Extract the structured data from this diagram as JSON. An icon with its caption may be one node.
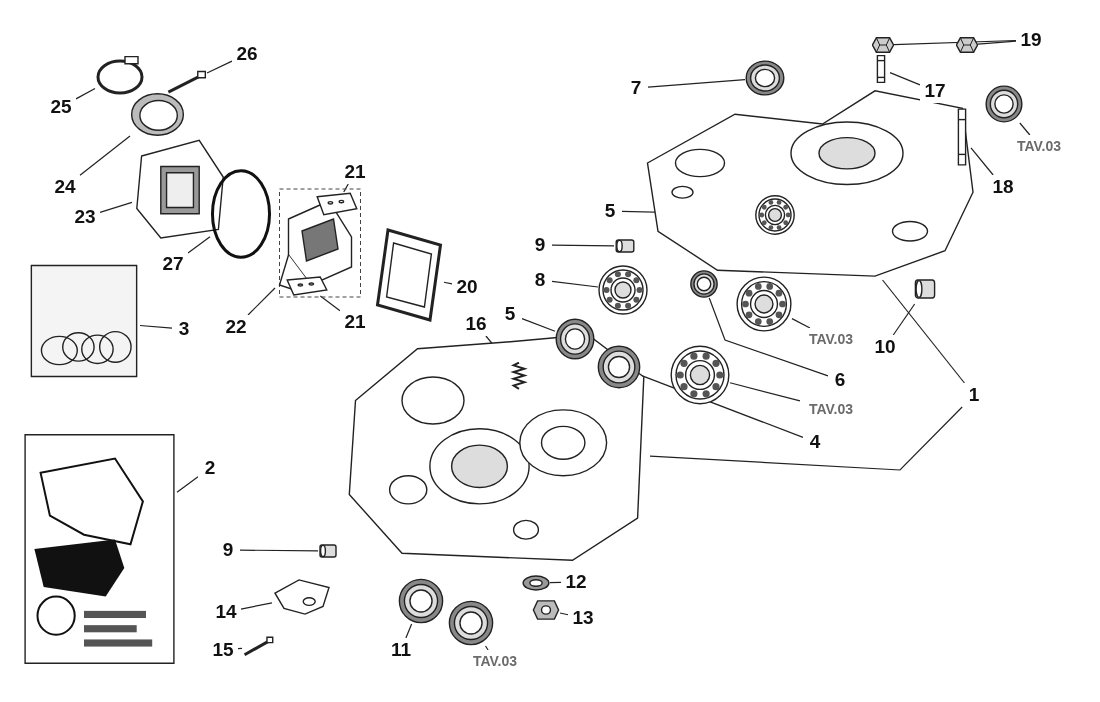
{
  "diagram": {
    "nodes": [
      {
        "text": [
          "26"
        ]
      },
      {
        "text": [],
        "shape": "picture"
      },
      {
        "text": [
          "25"
        ]
      },
      {
        "text": [],
        "shape": "circle"
      },
      {
        "text": [
          "24"
        ]
      },
      {
        "text": [],
        "shape": "circle"
      },
      {
        "text": [
          "23"
        ]
      },
      {
        "text": [],
        "shape": "picture"
      },
      {
        "text": [
          "27"
        ]
      },
      {
        "text": [],
        "shape": "circle"
      },
      {
        "text": [
          "22"
        ]
      },
      {
        "text": [],
        "shape": "picture"
      },
      {
        "text": [
          "21"
        ]
      },
      {
        "text": [],
        "shape": "picture",
        "in": 11
      },
      {
        "text": [
          "21"
        ]
      },
      {
        "text": [],
        "shape": "picture",
        "in": 11
      },
      {
        "text": [
          "20"
        ]
      },
      {
        "text": [],
        "shape": "picture"
      },
      {
        "text": [
          "3"
        ]
      },
      {
        "text": [],
        "shape": "picture"
      },
      {
        "text": [
          "2"
        ]
      },
      {
        "text": [],
        "shape": "picture"
      },
      {
        "text": [
          "7"
        ]
      },
      {
        "text": [],
        "shape": "circle"
      },
      {
        "text": [
          "19"
        ]
      },
      {
        "text": [],
        "shape": "picture"
      },
      {
        "text": [],
        "shape": "picture"
      },
      {
        "text": [
          "17"
        ]
      },
      {
        "text": [],
        "shape": "picture"
      },
      {
        "text": [
          "TAV.03"
        ]
      },
      {
        "text": [],
        "shape": "circle"
      },
      {
        "text": [],
        "shape": "picture"
      },
      {
        "text": [
          "18"
        ]
      },
      {
        "text": [],
        "shape": "picture",
        "in": 31
      },
      {
        "text": [
          "5"
        ]
      },
      {
        "text": [],
        "shape": "circle",
        "in": 31
      },
      {
        "text": [
          "9"
        ]
      },
      {
        "text": [],
        "shape": "picture"
      },
      {
        "text": [
          "8"
        ]
      },
      {
        "text": [],
        "shape": "circle"
      },
      {
        "text": [
          "10"
        ]
      },
      {
        "text": [],
        "shape": "picture"
      },
      {
        "text": [
          "TAV.03"
        ]
      },
      {
        "text": [],
        "shape": "circle"
      },
      {
        "text": [
          "6"
        ]
      },
      {
        "text": [],
        "shape": "circle"
      },
      {
        "text": [],
        "shape": "picture"
      },
      {
        "text": [
          "TAV.03"
        ]
      },
      {
        "text": [],
        "shape": "circle"
      },
      {
        "text": [
          "4"
        ]
      },
      {
        "text": [],
        "shape": "circle",
        "in": 46
      },
      {
        "text": [
          "1"
        ]
      },
      {
        "text": [
          "5"
        ]
      },
      {
        "text": [],
        "shape": "circle"
      },
      {
        "text": [
          "16"
        ]
      },
      {
        "text": [],
        "shape": "picture",
        "in": 46
      },
      {
        "text": [
          "9"
        ]
      },
      {
        "text": [],
        "shape": "picture"
      },
      {
        "text": [
          "14"
        ]
      },
      {
        "text": [],
        "shape": "picture"
      },
      {
        "text": [
          "15"
        ]
      },
      {
        "text": [],
        "shape": "picture"
      },
      {
        "text": [
          "11"
        ]
      },
      {
        "text": [],
        "shape": "circle"
      },
      {
        "text": [
          "TAV.03"
        ]
      },
      {
        "text": [],
        "shape": "circle"
      },
      {
        "text": [
          "12"
        ]
      },
      {
        "text": [],
        "shape": "circle"
      },
      {
        "text": [
          "13"
        ]
      },
      {
        "text": [],
        "shape": "picture"
      }
    ],
    "edges": [
      {
        "from": 0,
        "to": 1,
        "arrow": "none"
      },
      {
        "from": 2,
        "to": 3,
        "arrow": "none"
      },
      {
        "from": 4,
        "to": 5,
        "arrow": "none"
      },
      {
        "from": 6,
        "to": 7,
        "arrow": "none"
      },
      {
        "from": 8,
        "to": 9,
        "arrow": "none"
      },
      {
        "from": 10,
        "to": 11,
        "arrow": "none"
      },
      {
        "from": 12,
        "to": 13,
        "arrow": "none"
      },
      {
        "from": 14,
        "to": 15,
        "arrow": "none"
      },
      {
        "from": 16,
        "to": 17,
        "arrow": "none"
      },
      {
        "from": 18,
        "to": 19,
        "arrow": "none"
      },
      {
        "from": 20,
        "to": 21,
        "arrow": "none"
      },
      {
        "from": 22,
        "to": 23,
        "arrow": "none"
      },
      {
        "from": 24,
        "to": 25,
        "arrow": "none"
      },
      {
        "from": 24,
        "to": 26,
        "arrow": "none"
      },
      {
        "from": 27,
        "to": 28,
        "arrow": "none"
      },
      {
        "from": 29,
        "to": 30,
        "arrow": "none"
      },
      {
        "from": 32,
        "to": 33,
        "arrow": "none"
      },
      {
        "from": 34,
        "to": 35,
        "arrow": "none"
      },
      {
        "from": 36,
        "to": 37,
        "arrow": "none"
      },
      {
        "from": 38,
        "to": 39,
        "arrow": "none"
      },
      {
        "from": 40,
        "to": 41,
        "arrow": "none"
      },
      {
        "from": 42,
        "to": 43,
        "arrow": "none"
      },
      {
        "from": 44,
        "to": 45,
        "arrow": "none"
      },
      {
        "from": 47,
        "to": 48,
        "arrow": "none"
      },
      {
        "from": 49,
        "to": 50,
        "arrow": "none"
      },
      {
        "from": 51,
        "to": 31,
        "arrow": "none"
      },
      {
        "from": 51,
        "to": 46,
        "arrow": "none"
      },
      {
        "from": 52,
        "to": 53,
        "arrow": "none"
      },
      {
        "from": 54,
        "to": 55,
        "arrow": "none"
      },
      {
        "from": 56,
        "to": 57,
        "arrow": "none"
      },
      {
        "from": 58,
        "to": 59,
        "arrow": "none"
      },
      {
        "from": 60,
        "to": 61,
        "arrow": "none"
      },
      {
        "from": 62,
        "to": 63,
        "arrow": "none"
      },
      {
        "from": 64,
        "to": 65,
        "arrow": "none"
      },
      {
        "from": 66,
        "to": 67,
        "arrow": "none"
      },
      {
        "from": 68,
        "to": 69,
        "arrow": "none"
      }
    ]
  }
}
